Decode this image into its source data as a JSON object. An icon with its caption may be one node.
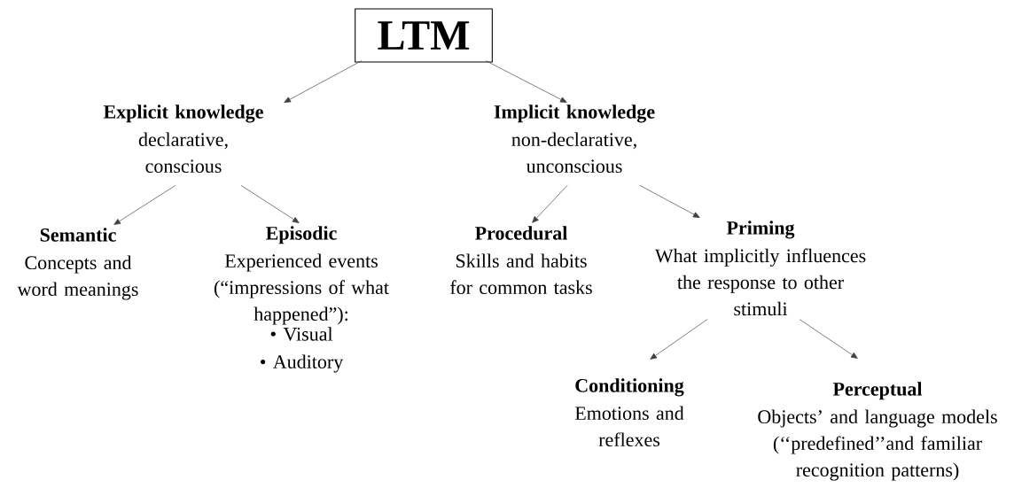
{
  "diagram": {
    "nodes": [
      {
        "text": [
          "LTM"
        ]
      },
      {
        "text": [
          "Explicit knowledge",
          "declarative, conscious"
        ]
      },
      {
        "text": [
          "Implicit knowledge",
          "non-declarative, unconscious"
        ]
      },
      {
        "text": [
          "Semantic",
          "Concepts and word meanings"
        ]
      },
      {
        "text": [
          "Episodic",
          "Experienced events (“impressions of what happened”):",
          "• Visual",
          "• Auditory"
        ]
      },
      {
        "text": [
          "Procedural",
          "Skills and habits for common tasks"
        ]
      },
      {
        "text": [
          "Priming",
          "What implicitly influences the response to other stimuli"
        ]
      },
      {
        "text": [
          "Conditioning",
          "Emotions and reflexes"
        ]
      },
      {
        "text": [
          "Perceptual",
          "Objects’ and language models (‘‘predefined’’and familiar recognition patterns)"
        ]
      }
    ],
    "edges": [
      {
        "from": 0,
        "to": 1,
        "arrow": "to"
      },
      {
        "from": 0,
        "to": 2,
        "arrow": "to"
      },
      {
        "from": 1,
        "to": 3,
        "arrow": "to"
      },
      {
        "from": 1,
        "to": 4,
        "arrow": "to"
      },
      {
        "from": 2,
        "to": 5,
        "arrow": "to"
      },
      {
        "from": 2,
        "to": 6,
        "arrow": "to"
      },
      {
        "from": 6,
        "to": 7,
        "arrow": "to"
      },
      {
        "from": 6,
        "to": 8,
        "arrow": "to"
      }
    ]
  }
}
